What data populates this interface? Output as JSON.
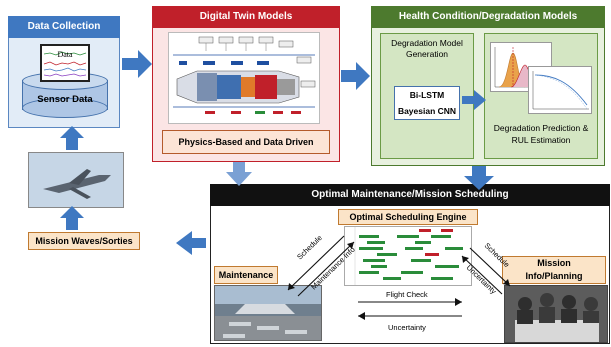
{
  "data_collection": {
    "title": "Data Collection",
    "monitor_label": "Data",
    "sensor_label": "Sensor Data"
  },
  "digital_twin": {
    "title": "Digital Twin Models",
    "caption": "Physics-Based and Data Driven"
  },
  "health": {
    "title": "Health Condition/Degradation Models",
    "generation_label": "Degradation Model Generation",
    "bilstm_line1": "Bi-LSTM",
    "bilstm_line2": "Bayesian CNN",
    "prediction_line1": "Degradation Prediction &",
    "prediction_line2": "RUL Estimation"
  },
  "scheduling": {
    "title": "Optimal Maintenance/Mission Scheduling",
    "engine_label": "Optimal Scheduling Engine",
    "maintenance_label": "Maintenance",
    "mission_line1": "Mission",
    "mission_line2": "Info/Planning",
    "schedule_left": "Schedule",
    "maintenance_info": "Maintenance Info",
    "schedule_right": "Schedule",
    "uncertainty_right": "Uncertainty",
    "flight_check": "Flight Check",
    "uncertainty_bottom": "Uncertainty"
  },
  "mission_waves": {
    "label": "Mission Waves/Sorties"
  },
  "colors": {
    "arrow_blue": "#3f78c1",
    "dc_header": "#3f78c1",
    "dt_header": "#c0202a",
    "hc_header": "#4d7a2e",
    "sch_header": "#111111",
    "label_fill": "#fbe4c8"
  }
}
